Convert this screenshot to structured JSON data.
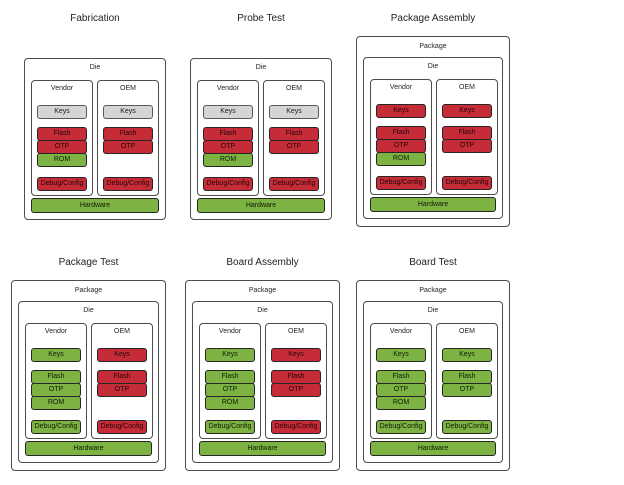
{
  "palette": {
    "red": "#c62b38",
    "green": "#7cb342",
    "gray": "#d5d5d5",
    "box-border": "#4d4d4d",
    "cell-border": "#262626"
  },
  "panels": [
    {
      "title": "Fabrication",
      "die_label": "Die",
      "vendor": {
        "label": "Vendor",
        "keys": {
          "label": "Keys",
          "state": "gray"
        },
        "flash": {
          "label": "Flash",
          "state": "red"
        },
        "otp": {
          "label": "OTP",
          "state": "red"
        },
        "rom": {
          "label": "ROM",
          "state": "green"
        },
        "debug": {
          "label": "Debug/Config",
          "state": "red"
        }
      },
      "oem": {
        "label": "OEM",
        "keys": {
          "label": "Keys",
          "state": "gray"
        },
        "flash": {
          "label": "Flash",
          "state": "red"
        },
        "otp": {
          "label": "OTP",
          "state": "red"
        },
        "debug": {
          "label": "Debug/Config",
          "state": "red"
        }
      },
      "hardware": {
        "label": "Hardware",
        "state": "green"
      }
    },
    {
      "title": "Probe Test",
      "die_label": "Die",
      "vendor": {
        "label": "Vendor",
        "keys": {
          "label": "Keys",
          "state": "gray"
        },
        "flash": {
          "label": "Flash",
          "state": "red"
        },
        "otp": {
          "label": "OTP",
          "state": "red"
        },
        "rom": {
          "label": "ROM",
          "state": "green"
        },
        "debug": {
          "label": "Debug/Config",
          "state": "red"
        }
      },
      "oem": {
        "label": "OEM",
        "keys": {
          "label": "Keys",
          "state": "gray"
        },
        "flash": {
          "label": "Flash",
          "state": "red"
        },
        "otp": {
          "label": "OTP",
          "state": "red"
        },
        "debug": {
          "label": "Debug/Config",
          "state": "red"
        }
      },
      "hardware": {
        "label": "Hardware",
        "state": "green"
      }
    },
    {
      "title": "Package Assembly",
      "package_label": "Package",
      "die_label": "Die",
      "vendor": {
        "label": "Vendor",
        "keys": {
          "label": "Keys",
          "state": "red"
        },
        "flash": {
          "label": "Flash",
          "state": "red"
        },
        "otp": {
          "label": "OTP",
          "state": "red"
        },
        "rom": {
          "label": "ROM",
          "state": "green"
        },
        "debug": {
          "label": "Debug/Config",
          "state": "red"
        }
      },
      "oem": {
        "label": "OEM",
        "keys": {
          "label": "Keys",
          "state": "red"
        },
        "flash": {
          "label": "Flash",
          "state": "red"
        },
        "otp": {
          "label": "OTP",
          "state": "red"
        },
        "debug": {
          "label": "Debug/Config",
          "state": "red"
        }
      },
      "hardware": {
        "label": "Hardware",
        "state": "green"
      }
    },
    {
      "title": "Package Test",
      "package_label": "Package",
      "die_label": "Die",
      "vendor": {
        "label": "Vendor",
        "keys": {
          "label": "Keys",
          "state": "green"
        },
        "flash": {
          "label": "Flash",
          "state": "green"
        },
        "otp": {
          "label": "OTP",
          "state": "green"
        },
        "rom": {
          "label": "ROM",
          "state": "green"
        },
        "debug": {
          "label": "Debug/Config",
          "state": "green"
        }
      },
      "oem": {
        "label": "OEM",
        "keys": {
          "label": "Keys",
          "state": "red"
        },
        "flash": {
          "label": "Flash",
          "state": "red"
        },
        "otp": {
          "label": "OTP",
          "state": "red"
        },
        "debug": {
          "label": "Debug/Config",
          "state": "red"
        }
      },
      "hardware": {
        "label": "Hardware",
        "state": "green"
      }
    },
    {
      "title": "Board Assembly",
      "package_label": "Package",
      "die_label": "Die",
      "vendor": {
        "label": "Vendor",
        "keys": {
          "label": "Keys",
          "state": "green"
        },
        "flash": {
          "label": "Flash",
          "state": "green"
        },
        "otp": {
          "label": "OTP",
          "state": "green"
        },
        "rom": {
          "label": "ROM",
          "state": "green"
        },
        "debug": {
          "label": "Debug/Config",
          "state": "green"
        }
      },
      "oem": {
        "label": "OEM",
        "keys": {
          "label": "Keys",
          "state": "red"
        },
        "flash": {
          "label": "Flash",
          "state": "red"
        },
        "otp": {
          "label": "OTP",
          "state": "red"
        },
        "debug": {
          "label": "Debug/Config",
          "state": "red"
        }
      },
      "hardware": {
        "label": "Hardware",
        "state": "green"
      }
    },
    {
      "title": "Board Test",
      "package_label": "Package",
      "die_label": "Die",
      "vendor": {
        "label": "Vendor",
        "keys": {
          "label": "Keys",
          "state": "green"
        },
        "flash": {
          "label": "Flash",
          "state": "green"
        },
        "otp": {
          "label": "OTP",
          "state": "green"
        },
        "rom": {
          "label": "ROM",
          "state": "green"
        },
        "debug": {
          "label": "Debug/Config",
          "state": "green"
        }
      },
      "oem": {
        "label": "OEM",
        "keys": {
          "label": "Keys",
          "state": "green"
        },
        "flash": {
          "label": "Flash",
          "state": "green"
        },
        "otp": {
          "label": "OTP",
          "state": "green"
        },
        "debug": {
          "label": "Debug/Config",
          "state": "green"
        }
      },
      "hardware": {
        "label": "Hardware",
        "state": "green"
      }
    }
  ]
}
